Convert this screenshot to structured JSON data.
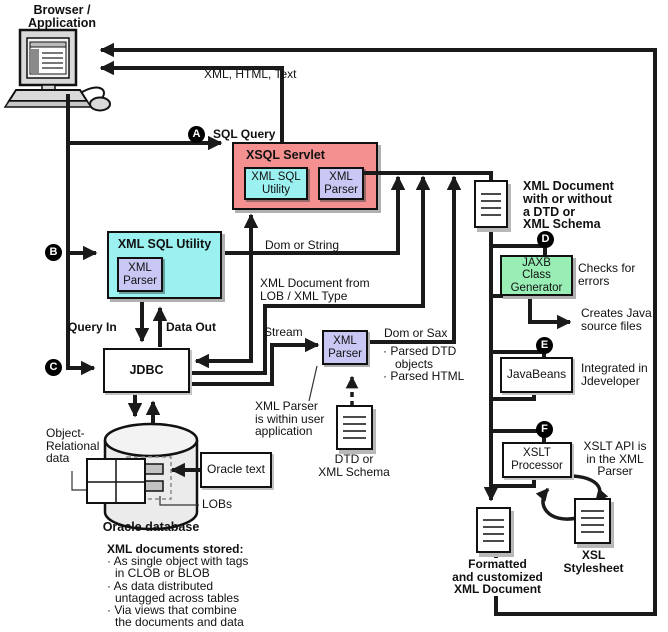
{
  "browser": {
    "line1": "Browser /",
    "line2": "Application"
  },
  "badges": {
    "a": "A",
    "b": "B",
    "c": "C",
    "d": "D",
    "e": "E",
    "f": "F"
  },
  "boxes": {
    "xsql_servlet": "XSQL Servlet",
    "servlet_utility_l1": "XML SQL",
    "servlet_utility_l2": "Utility",
    "servlet_parser_l1": "XML",
    "servlet_parser_l2": "Parser",
    "xml_sql_utility": "XML SQL Utility",
    "utility_parser_l1": "XML",
    "utility_parser_l2": "Parser",
    "jdbc": "JDBC",
    "standalone_parser_l1": "XML",
    "standalone_parser_l2": "Parser",
    "jaxb_l1": "JAXB",
    "jaxb_l2": "Class",
    "jaxb_l3": "Generator",
    "javabeans": "JavaBeans",
    "xslt_l1": "XSLT",
    "xslt_l2": "Processor",
    "oracle_text": "Oracle text"
  },
  "labels": {
    "xml_html_text": "XML, HTML, Text",
    "sql_query": "SQL Query",
    "dom_or_string": "Dom or String",
    "lob_l1": "XML Document from",
    "lob_l2": "LOB / XML Type",
    "query_in": "Query In",
    "data_out": "Data Out",
    "stream": "Stream",
    "dom_or_sax": "Dom or Sax",
    "parsed_l1": "· Parsed DTD",
    "parsed_l2": "objects",
    "parsed_l3": "· Parsed HTML",
    "note_l1": "XML Parser",
    "note_l2": "is within user",
    "note_l3": "application",
    "dtd_l1": "DTD or",
    "dtd_l2": "XML Schema",
    "xmldoc_l1": "XML Document",
    "xmldoc_l2": "with or without",
    "xmldoc_l3": "a DTD or",
    "xmldoc_l4": "XML Schema",
    "checks_l1": "Checks for",
    "checks_l2": "errors",
    "creates_l1": "Creates Java",
    "creates_l2": "source files",
    "integrated_l1": "Integrated in",
    "integrated_l2": "Jdeveloper",
    "xsltapi_l1": "XSLT API is",
    "xsltapi_l2": "in the XML",
    "xsltapi_l3": "Parser",
    "formatted_l1": "Formatted",
    "formatted_l2": "and customized",
    "formatted_l3": "XML Document",
    "xsl_l1": "XSL",
    "xsl_l2": "Stylesheet",
    "objrel_l1": "Object-",
    "objrel_l2": "Relational",
    "objrel_l3": "data",
    "lobs": "LOBs",
    "oracle_database": "Oracle database"
  },
  "storage": {
    "heading": "XML documents stored:",
    "lines": [
      "· As single object with tags",
      "in CLOB or BLOB",
      "· As data distributed",
      "untagged across tables",
      "· Via views that combine",
      "the documents and data"
    ]
  },
  "colors": {
    "servlet_pink": "#F59090",
    "utility_cyan": "#9BF0F0",
    "parser_lavender": "#C9C8F4",
    "jaxb_green": "#99EEB5",
    "line_black": "#1a1a1a",
    "shadow_gray": "#b0b0b0",
    "cylinder_gray": "#EBEBEB",
    "lob_gray": "#C2C2C2"
  }
}
